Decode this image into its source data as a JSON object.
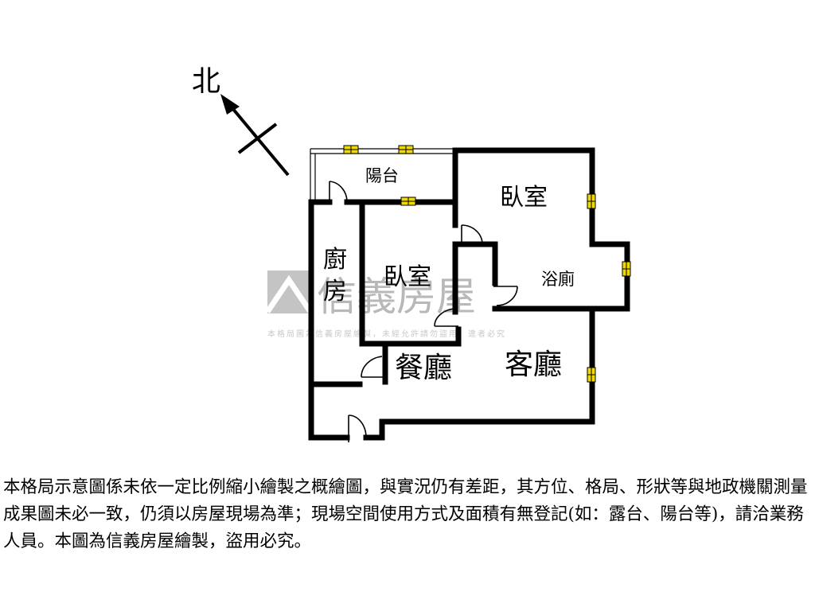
{
  "compass": {
    "north_label": "北"
  },
  "rooms": {
    "balcony": "陽台",
    "bedroom_1": "臥室",
    "bedroom_2": "臥室",
    "bathroom": "浴廁",
    "kitchen_1": "廚",
    "kitchen_2": "房",
    "dining": "餐廳",
    "living": "客廳"
  },
  "watermark": {
    "brand": "信義房屋",
    "notice": "本格局圖為信義房屋繪製，未經允許請勿盜用，違者必究"
  },
  "disclaimer": "本格局示意圖係未依一定比例縮小繪製之概繪圖，與實況仍有差距，其方位、格局、形狀等與地政機關測量成果圖未必一致，仍須以房屋現場為準；現場空間使用方式及面積有無登記(如：露台、陽台等)，請洽業務人員。本圖為信義房屋繪製，盜用必究。",
  "colors": {
    "window": "#f0d800",
    "wall": "#000000",
    "watermark": "#b8b8b8"
  }
}
